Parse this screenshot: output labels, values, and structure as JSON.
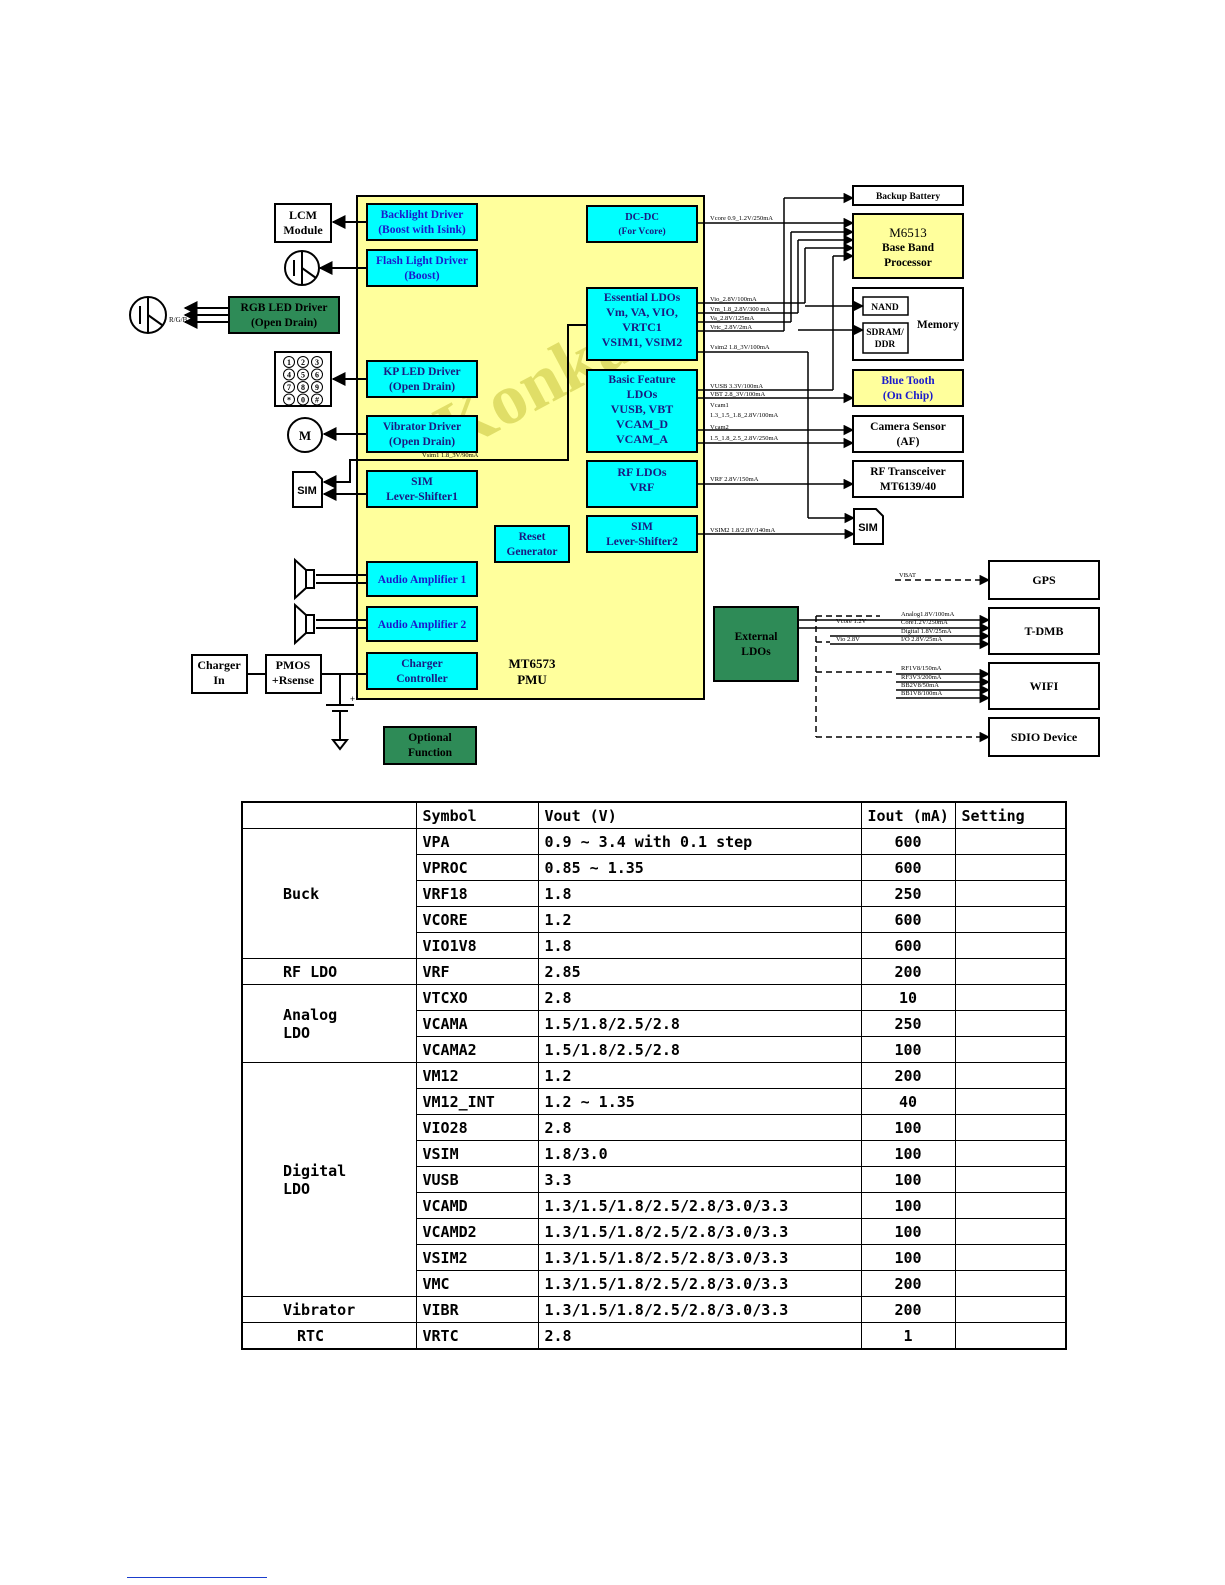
{
  "diagram": {
    "pmu": {
      "chip": "MT6573",
      "sub": "PMU"
    },
    "watermark": "Konka",
    "inner_blocks": [
      {
        "id": "backlight",
        "line1": "Backlight Driver",
        "line2": "(Boost with Isink)"
      },
      {
        "id": "flash",
        "line1": "Flash Light Driver",
        "line2": "(Boost)"
      },
      {
        "id": "kpled",
        "line1": "KP LED Driver",
        "line2": "(Open Drain)"
      },
      {
        "id": "vibdrv",
        "line1": "Vibrator Driver",
        "line2": "(Open Drain)"
      },
      {
        "id": "sim1",
        "line1": "SIM",
        "line2": "Lever-Shifter1"
      },
      {
        "id": "reset",
        "line1": "Reset",
        "line2": "Generator"
      },
      {
        "id": "amp1",
        "line1": "Audio Amplifier 1",
        "line2": ""
      },
      {
        "id": "amp2",
        "line1": "Audio Amplifier 2",
        "line2": ""
      },
      {
        "id": "charger",
        "line1": "Charger",
        "line2": "Controller"
      },
      {
        "id": "dcdc",
        "line1": "DC-DC",
        "line2": "(For Vcore)"
      },
      {
        "id": "essential",
        "line1": "Essential LDOs",
        "line2": "Vm, VA, VIO,",
        "line3": "VRTC1",
        "line4": "VSIM1, VSIM2"
      },
      {
        "id": "basic",
        "line1": "Basic Feature",
        "line2": "LDOs",
        "line3": "VUSB, VBT",
        "line4": "VCAM_D",
        "line5": "VCAM_A"
      },
      {
        "id": "rfldo",
        "line1": "RF LDOs",
        "line2": "VRF"
      },
      {
        "id": "sim2",
        "line1": "SIM",
        "line2": "Lever-Shifter2"
      }
    ],
    "green_blocks": {
      "rgb": {
        "line1": "RGB LED Driver",
        "line2": "(Open Drain)"
      },
      "external": {
        "line1": "External",
        "line2": "LDOs"
      },
      "optional": {
        "line1": "Optional",
        "line2": "Function"
      }
    },
    "outer_boxes": {
      "lcm": {
        "line1": "LCM",
        "line2": "Module"
      },
      "charger_in": {
        "line1": "Charger",
        "line2": "In"
      },
      "pmos": {
        "line1": "PMOS",
        "line2": "+Rsense"
      },
      "backup": "Backup Battery",
      "baseband": {
        "line1": "M6513",
        "line2": "Base Band",
        "line3": "Processor"
      },
      "nand": "NAND",
      "sdram": {
        "line1": "SDRAM/",
        "line2": "DDR"
      },
      "memory": "Memory",
      "bluetooth": {
        "line1": "Blue Tooth",
        "line2": "(On Chip)"
      },
      "camera": {
        "line1": "Camera Sensor",
        "line2": "(AF)"
      },
      "rf": {
        "line1": "RF Transceiver",
        "line2": "MT6139/40"
      },
      "gps": "GPS",
      "tdmb": "T-DMB",
      "wifi": "WIFI",
      "sdio": "SDIO Device",
      "sim_left": "SIM",
      "sim_right": "SIM",
      "motor": "M"
    },
    "keypad": [
      "1",
      "2",
      "3",
      "4",
      "5",
      "6",
      "7",
      "8",
      "9",
      "*",
      "0",
      "#"
    ],
    "rgb_label": "R/G/B",
    "net_labels": {
      "vcore": "Vcore 0.9_1.2V/250mA",
      "vio": "Vio_2.8V/100mA",
      "vm": "Vm_1.8_2.8V/300 mA",
      "va": "Va_2.8V/125mA",
      "vrtc": "Vrtc_2.8V/2mA",
      "vsim2a": "Vsim2 1.8_3V/100mA",
      "vsim1": "Vsim1 1.8_3V/90mA",
      "vusb": "VUSB 3.3V/100mA",
      "vbt": "VBT 2.8_3V/100mA",
      "vcam1a": "Vcam1",
      "vcam1b": "1.3_1.5_1.8_2.8V/100mA",
      "vcam2a": "Vcam2",
      "vcam2b": "1.5_1.8_2.5_2.8V/250mA",
      "vrf": "VRF 2.8V/150mA",
      "vsim2b": "VSIM2 1.8/2.8V/140mA",
      "vbat": "VBAT",
      "vcore12": "Vcore 1.2V",
      "vio28": "Vio 2.8V",
      "analog": "Analog1.8V/100mA",
      "core": "Core1.2V/250mA",
      "digital": "Digital 1.8V/25mA",
      "io": "I/O 2.8V/25mA",
      "rf1": "RF1V8/150mA",
      "rf2": "RF3V3/200mA",
      "bb2": "BB2V8/50mA",
      "bb1": "BB1V8/100mA"
    }
  },
  "table": {
    "headers": [
      "",
      "Symbol",
      "Vout (V)",
      "Iout (mA)",
      "Setting"
    ],
    "groups": [
      {
        "label": "Buck",
        "label2": "",
        "rows": [
          [
            "VPA",
            "0.9 ~ 3.4 with 0.1 step",
            "600",
            ""
          ],
          [
            "VPROC",
            "0.85 ~ 1.35",
            "600",
            ""
          ],
          [
            "VRF18",
            "1.8",
            "250",
            ""
          ],
          [
            "VCORE",
            "1.2",
            "600",
            ""
          ],
          [
            "VIO1V8",
            "1.8",
            "600",
            ""
          ]
        ]
      },
      {
        "label": "RF LDO",
        "label2": "",
        "rows": [
          [
            "VRF",
            "2.85",
            "200",
            ""
          ]
        ]
      },
      {
        "label": "Analog",
        "label2": "LDO",
        "rows": [
          [
            "VTCXO",
            "2.8",
            "10",
            ""
          ],
          [
            "VCAMA",
            "1.5/1.8/2.5/2.8",
            "250",
            ""
          ],
          [
            "VCAMA2",
            "1.5/1.8/2.5/2.8",
            "100",
            ""
          ]
        ]
      },
      {
        "label": "Digital",
        "label2": "LDO",
        "rows": [
          [
            "VM12",
            "1.2",
            "200",
            ""
          ],
          [
            "VM12_INT",
            "1.2 ~ 1.35",
            "40",
            ""
          ],
          [
            "VIO28",
            "2.8",
            "100",
            ""
          ],
          [
            "VSIM",
            "1.8/3.0",
            "100",
            ""
          ],
          [
            "VUSB",
            "3.3",
            "100",
            ""
          ],
          [
            "VCAMD",
            "1.3/1.5/1.8/2.5/2.8/3.0/3.3",
            "100",
            ""
          ],
          [
            "VCAMD2",
            "1.3/1.5/1.8/2.5/2.8/3.0/3.3",
            "100",
            ""
          ],
          [
            "VSIM2",
            "1.3/1.5/1.8/2.5/2.8/3.0/3.3",
            "100",
            ""
          ],
          [
            "VMC",
            "1.3/1.5/1.8/2.5/2.8/3.0/3.3",
            "200",
            ""
          ]
        ]
      },
      {
        "label": "Vibrator",
        "label2": "",
        "rows": [
          [
            "VIBR",
            "1.3/1.5/1.8/2.5/2.8/3.0/3.3",
            "200",
            ""
          ]
        ]
      },
      {
        "label": "RTC",
        "label2": "",
        "rows": [
          [
            "VRTC",
            "2.8",
            "1",
            ""
          ]
        ]
      }
    ]
  }
}
